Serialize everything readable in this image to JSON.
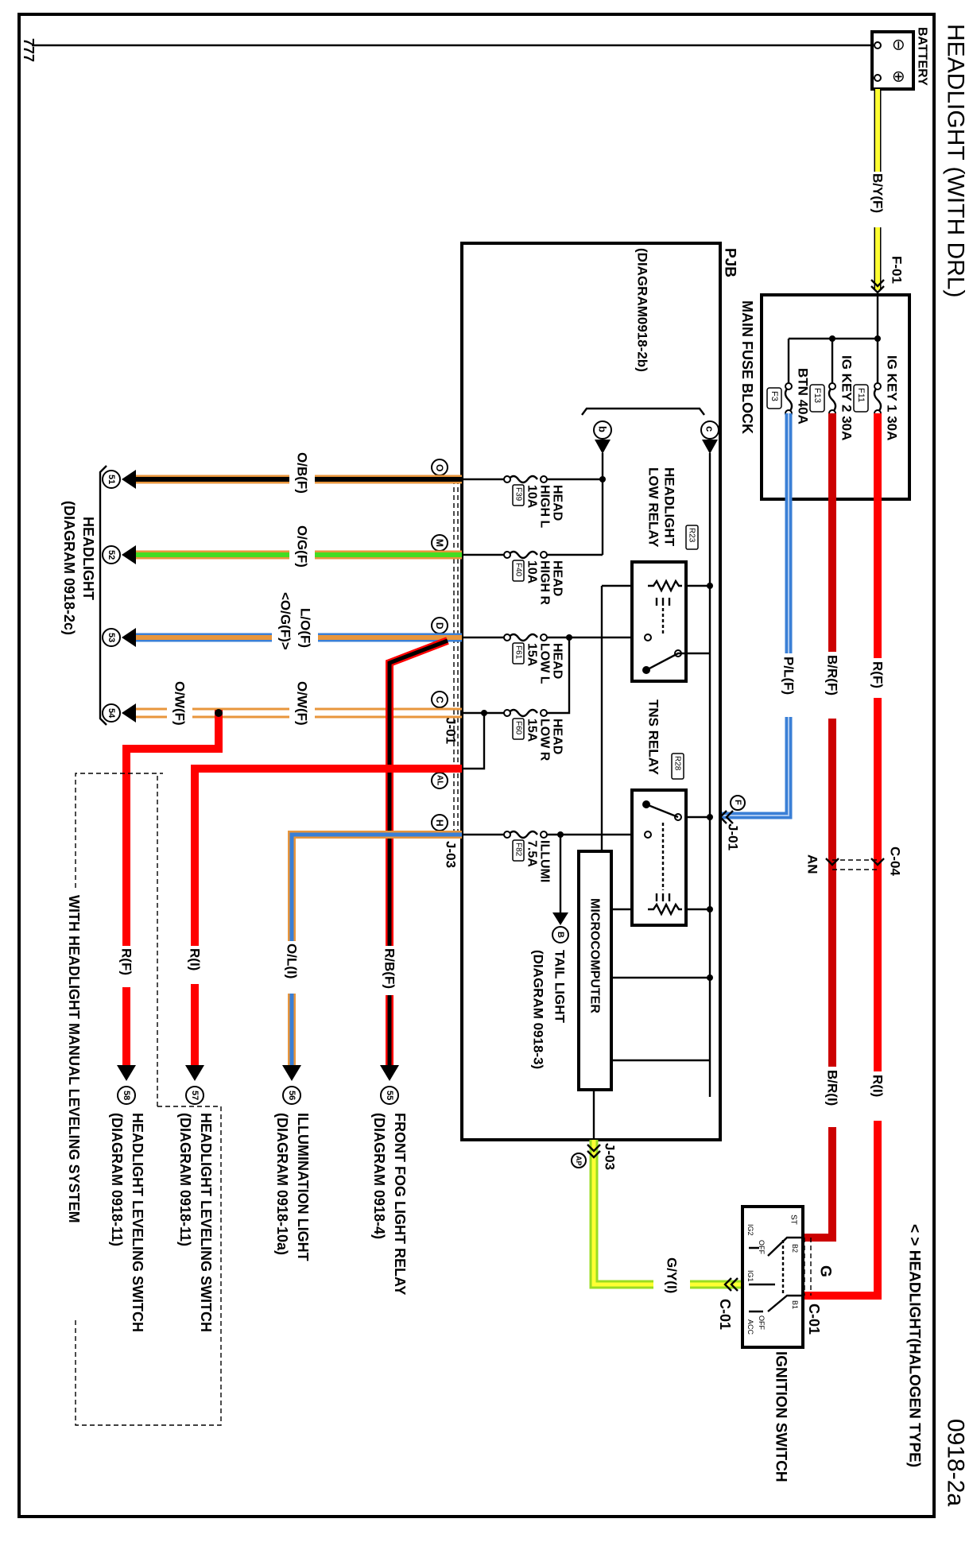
{
  "title": "HEADLIGHT (WITH DRL)",
  "page_id": "0918-2a",
  "legend": "< > HEADLIGHT(HALOGEN TYPE)",
  "ground_symbol": "777",
  "colors": {
    "red": "#ff0000",
    "dark_red": "#cc0000",
    "orange": "#e8963c",
    "black": "#000000",
    "green": "#44dd22",
    "blue": "#3a7fd6",
    "yellow": "#ffff33",
    "yellow_green": "#ccff33"
  },
  "battery": {
    "label": "BATTERY",
    "neg": "⊖",
    "pos": "⊕"
  },
  "battery_wire": {
    "label": "B/Y(F)",
    "connector": "F-01"
  },
  "main_fuse_block": {
    "label": "MAIN FUSE BLOCK",
    "fuses": [
      {
        "name": "IG KEY 1 30A",
        "id": "F11"
      },
      {
        "name": "IG KEY 2 30A",
        "id": "F13"
      },
      {
        "name": "BTN 40A",
        "id": "F3"
      }
    ]
  },
  "wires_top": {
    "r_f": "R(F)",
    "br_f": "B/R(F)",
    "pl_f": "P/L(F)",
    "c04": "C-04",
    "an": "AN",
    "r_i": "R(I)",
    "br_i": "B/R(I)"
  },
  "pjb": {
    "label": "PJB",
    "ref": "(DIAGRAM0918-2b)",
    "b": "b",
    "c": "c",
    "low_relay": {
      "line1": "HEADLIGHT",
      "line2": "LOW RELAY",
      "id": "R23"
    },
    "tns_relay": {
      "label": "TNS RELAY",
      "id": "R28"
    },
    "microcomputer": "MICROCOMPUTER",
    "fuses": [
      {
        "l1": "HEAD",
        "l2": "HIGH L",
        "l3": "10A",
        "id": "F39"
      },
      {
        "l1": "HEAD",
        "l2": "HIGH R",
        "l3": "10A",
        "id": "F40"
      },
      {
        "l1": "HEAD",
        "l2": "LOW L",
        "l3": "15A",
        "id": "F61"
      },
      {
        "l1": "HEAD",
        "l2": "LOW R",
        "l3": "15A",
        "id": "F60"
      },
      {
        "l1": "ILLUMI",
        "l2": "7.5A",
        "id": "F82"
      }
    ],
    "terminals": [
      "O",
      "M",
      "D",
      "C",
      "AL",
      "H"
    ],
    "j01": "J-01",
    "j03": "J-03",
    "f_term": "F",
    "ap_term": "AP",
    "tail": {
      "term": "B",
      "l1": "TAIL LIGHT",
      "l2": "(DIAGRAM 0918-3)"
    }
  },
  "headlight_wires": {
    "ob": "O/B(F)",
    "og": "O/G(F)",
    "lo": "L/O(F)",
    "lo_alt": "<O/G(F)>",
    "ow": "O/W(F)",
    "ow2": "O/W(F)"
  },
  "headlight": {
    "pins": [
      "51",
      "52",
      "53",
      "54"
    ],
    "l1": "HEADLIGHT",
    "l2": "(DIAGRAM 0918-2c)"
  },
  "outputs": [
    {
      "wire": "R/B(F)",
      "pin": "55",
      "l1": "FRONT FOG LIGHT RELAY",
      "l2": "(DIAGRAM 0918-4)"
    },
    {
      "wire": "O/L(I)",
      "pin": "56",
      "l1": "ILLUMINATION LIGHT",
      "l2": "(DIAGRAM 0918-10a)"
    },
    {
      "wire": "R(I)",
      "pin": "57",
      "l1": "HEADLIGHT LEVELING SWITCH",
      "l2": "(DIAGRAM 0918-11)"
    },
    {
      "wire": "R(F)",
      "pin": "58",
      "l1": "HEADLIGHT LEVELING SWITCH",
      "l2": "(DIAGRAM 0918-11)"
    }
  ],
  "manual_leveling_note": "WITH HEADLIGHT MANUAL LEVELING SYSTEM",
  "ignition": {
    "label": "IGNITION SWITCH",
    "wire": "G/Y(I)",
    "c01_left": "C-01",
    "c01_right": "C-01",
    "g": "G",
    "terms": {
      "st": "ST",
      "ig2": "IG2",
      "b2": "B2",
      "off1": "OFF",
      "ig1": "IG1",
      "b1": "B1",
      "acc": "ACC",
      "off2": "OFF"
    }
  }
}
